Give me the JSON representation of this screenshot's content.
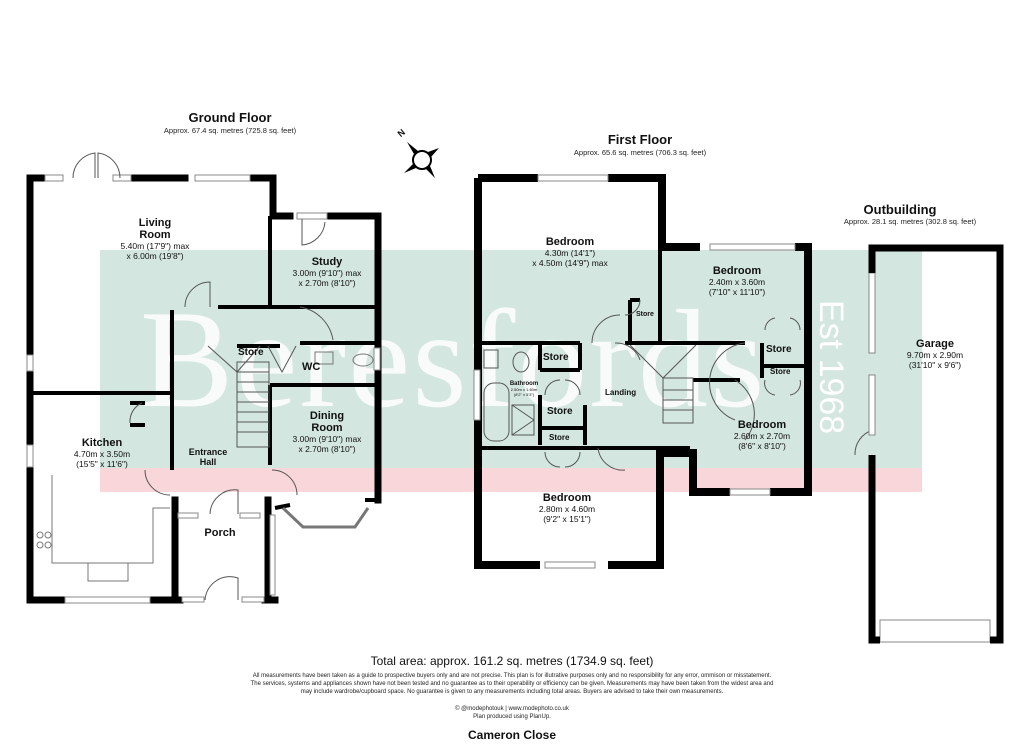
{
  "ground_floor": {
    "title": "Ground Floor",
    "area": "Approx. 67.4 sq. metres (725.8 sq. feet)",
    "rooms": {
      "living_room": {
        "name_line1": "Living",
        "name_line2": "Room",
        "dim1": "5.40m (17'9\") max",
        "dim2": "x 6.00m (19'8\")"
      },
      "study": {
        "name": "Study",
        "dim1": "3.00m (9'10\") max",
        "dim2": "x 2.70m (8'10\")"
      },
      "store": {
        "name": "Store"
      },
      "wc": {
        "name": "WC"
      },
      "dining_room": {
        "name_line1": "Dining",
        "name_line2": "Room",
        "dim1": "3.00m (9'10\") max",
        "dim2": "x 2.70m (8'10\")"
      },
      "kitchen": {
        "name": "Kitchen",
        "dim1": "4.70m x 3.50m",
        "dim2": "(15'5\" x 11'6\")"
      },
      "entrance_hall": {
        "name_line1": "Entrance",
        "name_line2": "Hall"
      },
      "porch": {
        "name": "Porch"
      }
    }
  },
  "first_floor": {
    "title": "First Floor",
    "area": "Approx. 65.6 sq. metres (706.3 sq. feet)",
    "rooms": {
      "bedroom_1": {
        "name": "Bedroom",
        "dim1": "4.30m (14'1\")",
        "dim2": "x 4.50m (14'9\") max"
      },
      "bedroom_2": {
        "name": "Bedroom",
        "dim1": "2.40m x 3.60m",
        "dim2": "(7'10\" x 11'10\")"
      },
      "bedroom_3": {
        "name": "Bedroom",
        "dim1": "2.60m x 2.70m",
        "dim2": "(8'6\" x 8'10\")"
      },
      "bedroom_4": {
        "name": "Bedroom",
        "dim1": "2.80m x 4.60m",
        "dim2": "(9'2\" x 15'1\")"
      },
      "bathroom": {
        "name": "Bathroom",
        "dim1": "2.50m x 1.60m",
        "dim2": "(8'2\" x 5'3\")"
      },
      "landing": {
        "name": "Landing"
      },
      "stores": [
        "Store",
        "Store",
        "Store",
        "Store",
        "Store",
        "Store"
      ]
    }
  },
  "outbuilding": {
    "title": "Outbuilding",
    "area": "Approx. 28.1 sq. metres (302.8 sq. feet)",
    "garage": {
      "name": "Garage",
      "dim1": "9.70m x 2.90m",
      "dim2": "(31'10\" x 9'6\")"
    }
  },
  "compass": {
    "label": "N",
    "icon": "compass-rose-icon"
  },
  "watermark": {
    "brand": "Beresfords",
    "est": "Est 1968",
    "band_green": "#cfe3dc",
    "band_pink": "#f8d3d6"
  },
  "footer": {
    "total_area": "Total area: approx. 161.2 sq. metres (1734.9 sq. feet)",
    "disclaimer_1": "All measurements have been taken as a guide to prospective buyers only and are not precise. This plan is for illutrative purposes only and no responsibility for any error, ommison or misstatement.",
    "disclaimer_2": "The services, systems and appliances shown have not been tested and no guarantee as to their operability or efficiency can be given. Measurements may have been taken from the widest area and",
    "disclaimer_3": "may include wardrobe/cupboard space. No guarantee is given to any measurements including total areas. Buyers are advised to take their own measurements.",
    "credit_1": "© @modephotouk | www.modephoto.co.uk",
    "credit_2": "Plan  produced  using  PlanUp.",
    "address": "Cameron Close"
  }
}
